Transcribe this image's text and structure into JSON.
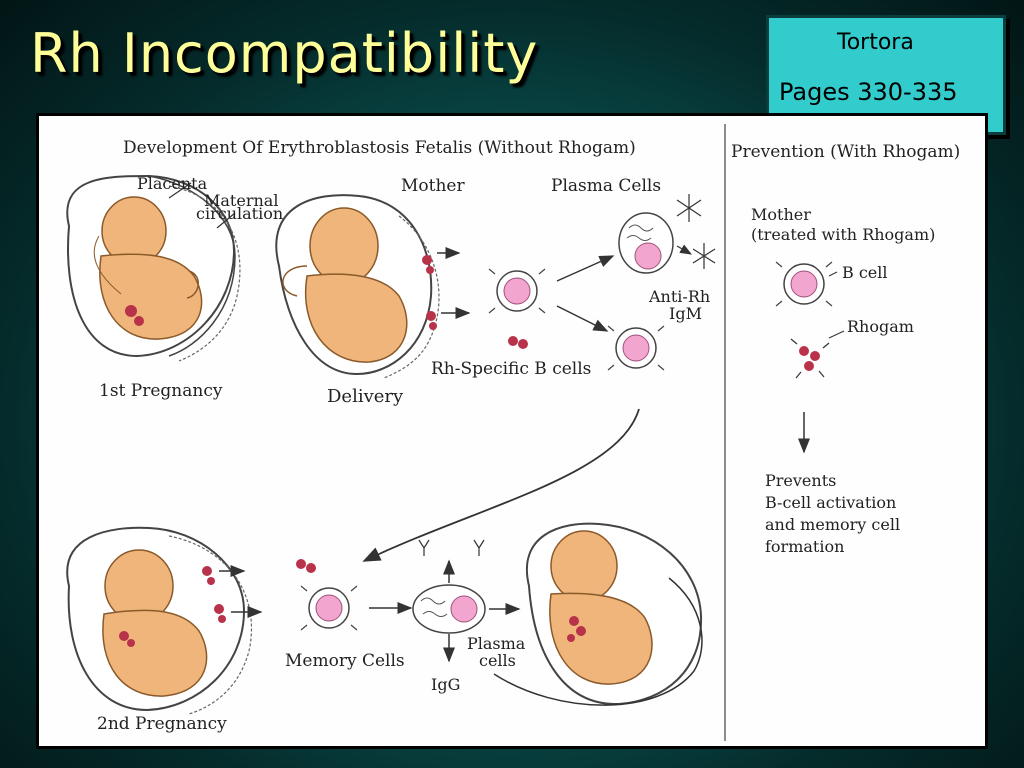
{
  "slide": {
    "title": "Rh Incompatibility",
    "reference": {
      "author": "Tortora",
      "pages": "Pages 330-335"
    }
  },
  "diagram": {
    "main_heading": "Development Of Erythroblastosis Fetalis (Without Rhogam)",
    "side_heading": "Prevention (With Rhogam)",
    "labels": {
      "placenta": "Placenta",
      "maternal": "Maternal",
      "circulation": "circulation",
      "mother": "Mother",
      "plasma_cells_top": "Plasma Cells",
      "anti_rh": "Anti-Rh",
      "igm": "IgM",
      "rh_specific_b_cells": "Rh-Specific B cells",
      "first_pregnancy": "1st Pregnancy",
      "delivery": "Delivery",
      "second_pregnancy": "2nd Pregnancy",
      "memory_cells": "Memory Cells",
      "plasma": "Plasma",
      "cells": "cells",
      "igg": "IgG"
    },
    "prevention": {
      "mother": "Mother",
      "treated": "(treated with Rhogam)",
      "b_cell": "B cell",
      "rhogam": "Rhogam",
      "prevents_lines": [
        "Prevents",
        "B-cell activation",
        "and memory cell",
        "formation"
      ]
    },
    "colors": {
      "fetus": "#f0b57a",
      "nucleus": "#f2a6cf",
      "rbc": "#b8324a",
      "paper": "#fefefe",
      "background": "#0a5654",
      "title": "#ffff99",
      "ref_box": "#33cccc"
    }
  }
}
